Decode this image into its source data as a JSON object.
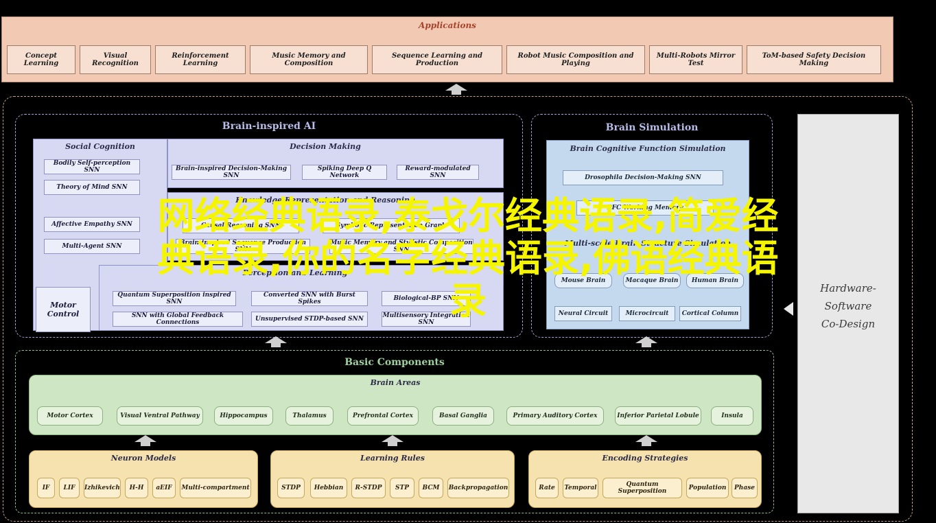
{
  "applications": {
    "title": "Applications",
    "items": [
      "Concept Learning",
      "Visual Recognition",
      "Reinforcement Learning",
      "Music Memory and Composition",
      "Sequence Learning and Production",
      "Robot Music Composition and Playing",
      "Multi-Robots Mirror Test",
      "ToM-based Safety Decision Making"
    ]
  },
  "brain_ai": {
    "title": "Brain-inspired AI",
    "social": {
      "title": "Social Cognition",
      "items": [
        "Bodily Self-perception SNN",
        "Theory of Mind SNN",
        "Affective Empathy SNN",
        "Multi-Agent SNN"
      ]
    },
    "motor": "Motor Control",
    "decision": {
      "title": "Decision Making",
      "items": [
        "Brain-inspired Decision-Making SNN",
        "Spiking Deep Q Network",
        "Reward-modulated SNN"
      ]
    },
    "knowledge": {
      "title": "Knowledge Representation and Reasoning",
      "items": [
        "Causal Reasoning SNN",
        "Symbolic Representation Graph",
        "Brain-inspired Sequence Production SNN",
        "Music Memory and Stylistic Composition SNN"
      ]
    },
    "perception": {
      "title": "Perception and Learning",
      "items": [
        "Quantum Superposition inspired SNN",
        "Converted SNN with Burst Spikes",
        "Biological-BP SNN",
        "SNN with Global Feedback Connections",
        "Unsupervised STDP-based SNN",
        "Multisensory Integration SNN"
      ]
    }
  },
  "brain_sim": {
    "title": "Brain Simulation",
    "cognitive": {
      "title": "Brain Cognitive Function Simulation",
      "items": [
        "Drosophila Decision-Making SNN",
        "PFC Working Memory"
      ]
    },
    "multiscale": {
      "title": "Multi-scale Brain Structure Simulation",
      "items": [
        "Mouse Brain",
        "Macaque Brain",
        "Human Brain",
        "Neural Circuit",
        "Microcircuit",
        "Cortical Column"
      ]
    }
  },
  "codesign": {
    "line1": "Hardware-",
    "line2": "Software",
    "line3": "Co-Design"
  },
  "basic": {
    "title": "Basic Components",
    "brain_areas": {
      "title": "Brain Areas",
      "items": [
        "Motor Cortex",
        "Visual Ventral Pathway",
        "Hippocampus",
        "Thalamus",
        "Prefrontal Cortex",
        "Basal Ganglia",
        "Primary Auditory Cortex",
        "Inferior Parietal Lobule",
        "Insula"
      ]
    },
    "neuron_models": {
      "title": "Neuron Models",
      "items": [
        "IF",
        "LIF",
        "Izhikevich",
        "H-H",
        "aEIF",
        "Multi-compartment"
      ]
    },
    "learning_rules": {
      "title": "Learning Rules",
      "items": [
        "STDP",
        "Hebbian",
        "R-STDP",
        "STP",
        "BCM",
        "Backpropagation"
      ]
    },
    "encoding": {
      "title": "Encoding Strategies",
      "items": [
        "Rate",
        "Temporal",
        "Quantum Superposition",
        "Population",
        "Phase"
      ]
    }
  },
  "overlay": {
    "line1": "网络经典语录,泰戈尔经典语录,简爱经",
    "line2": "典语录,你的名字经典语录,佛语经典语",
    "line3": "录"
  }
}
